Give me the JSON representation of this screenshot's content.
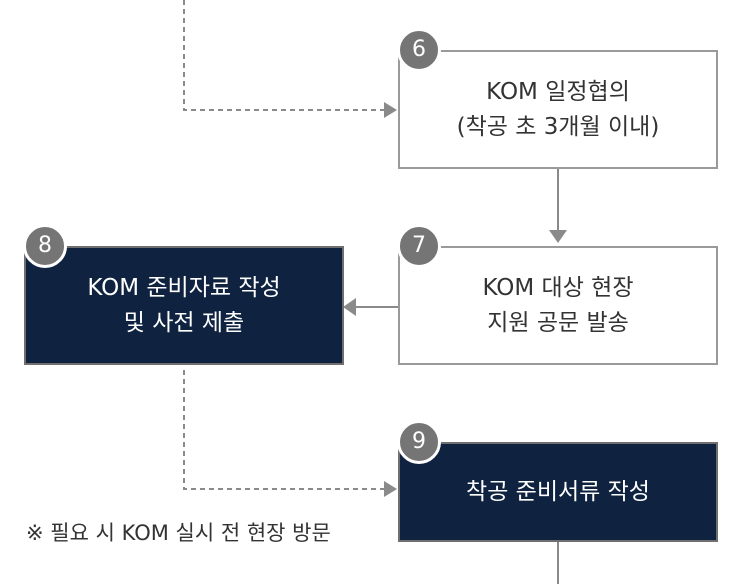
{
  "colors": {
    "dark_fill": "#0f2340",
    "light_fill": "#ffffff",
    "box_border": "#9a9a9a",
    "badge_fill": "#757575",
    "connector": "#8a8a8a",
    "text_dark": "#333333",
    "text_light": "#ffffff"
  },
  "steps": {
    "s6": {
      "badge": "6",
      "lines": [
        "KOM 일정협의",
        "(착공 초 3개월 이내)"
      ]
    },
    "s7": {
      "badge": "7",
      "lines": [
        "KOM 대상 현장",
        "지원 공문 발송"
      ]
    },
    "s8": {
      "badge": "8",
      "lines": [
        "KOM 준비자료 작성",
        "및 사전 제출"
      ]
    },
    "s9": {
      "badge": "9",
      "lines": [
        "착공 준비서류 작성"
      ]
    }
  },
  "note": "※ 필요 시 KOM 실시 전 현장 방문"
}
